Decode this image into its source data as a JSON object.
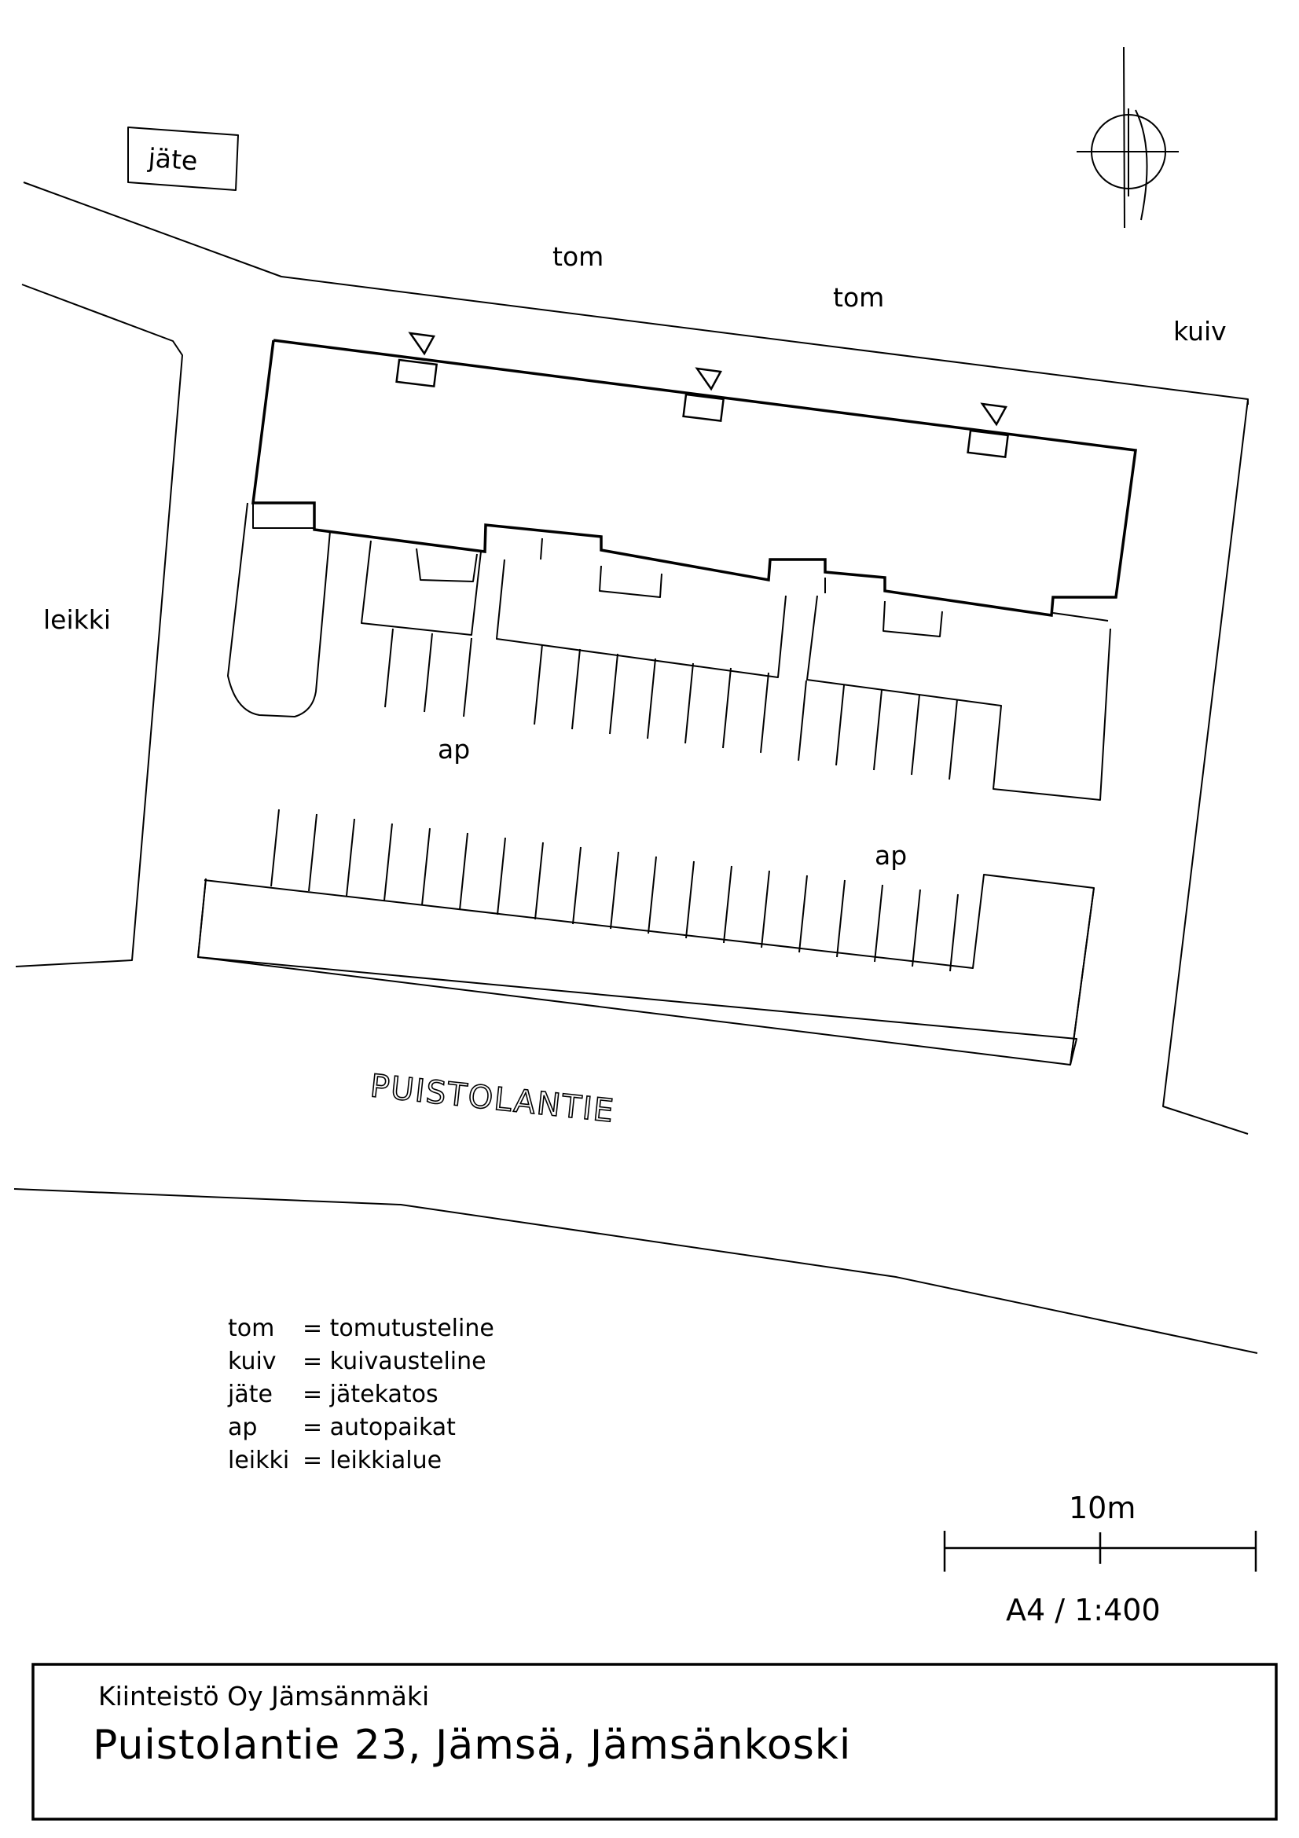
{
  "labels": {
    "jate_box": "jäte",
    "tom_1": "tom",
    "tom_2": "tom",
    "kuiv": "kuiv",
    "leikki": "leikki",
    "ap_1": "ap",
    "ap_2": "ap",
    "road_name": "PUISTOLANTIE"
  },
  "legend": [
    {
      "abbr": "tom",
      "desc": "= tomutusteline"
    },
    {
      "abbr": "kuiv",
      "desc": "= kuivausteline"
    },
    {
      "abbr": "jäte",
      "desc": "= jätekatos"
    },
    {
      "abbr": "ap",
      "desc": "= autopaikat"
    },
    {
      "abbr": "leikki",
      "desc": "= leikkialue"
    }
  ],
  "scale": {
    "distance_label": "10m",
    "paper_and_scale": "A4 / 1:400"
  },
  "title_block": {
    "company": "Kiinteistö Oy Jämsänmäki",
    "address": "Puistolantie 23, Jämsä, Jämsänkoski"
  },
  "entrances_count": 3
}
